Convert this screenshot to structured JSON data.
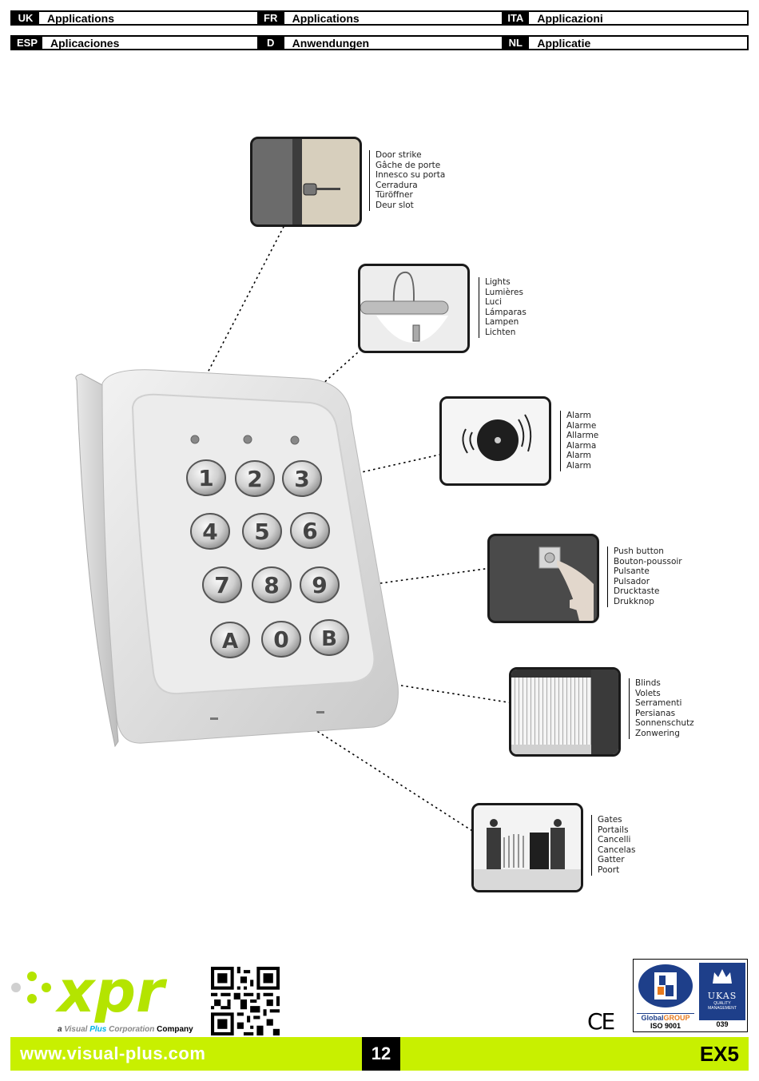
{
  "header": {
    "row1": [
      {
        "tag": "UK",
        "title": "Applications"
      },
      {
        "tag": "FR",
        "title": "Applications"
      },
      {
        "tag": "ITA",
        "title": "Applicazioni"
      }
    ],
    "row2": [
      {
        "tag": "ESP",
        "title": "Aplicaciones"
      },
      {
        "tag": "D",
        "title": "Anwendungen"
      },
      {
        "tag": "NL",
        "title": "Applicatie"
      }
    ]
  },
  "applications": {
    "door_strike": [
      "Door strike",
      "Gâche de porte",
      "Innesco su porta",
      "Cerradura",
      "Türöffner",
      "Deur slot"
    ],
    "lights": [
      "Lights",
      "Lumières",
      "Luci",
      "Lámparas",
      "Lampen",
      "Lichten"
    ],
    "alarm": [
      "Alarm",
      "Alarme",
      "Allarme",
      "Alarma",
      "Alarm",
      "Alarm"
    ],
    "push_button": [
      "Push button",
      "Bouton-poussoir",
      "Pulsante",
      "Pulsador",
      "Drucktaste",
      "Drukknop"
    ],
    "blinds": [
      "Blinds",
      "Volets",
      "Serramenti",
      "Persianas",
      "Sonnenschutz",
      "Zonwering"
    ],
    "gates": [
      "Gates",
      "Portails",
      "Cancelli",
      "Cancelas",
      "Gatter",
      "Poort"
    ]
  },
  "keypad": {
    "keys": [
      "1",
      "2",
      "3",
      "4",
      "5",
      "6",
      "7",
      "8",
      "9",
      "A",
      "0",
      "B"
    ]
  },
  "footer": {
    "logo_text": "xpr",
    "company_prefix": "a ",
    "company_visual": "Visual ",
    "company_plus": "Plus",
    "company_corp": " Corporation ",
    "company_suffix": "Company",
    "url": "www.visual-plus.com",
    "page_number": "12",
    "model": "EX5",
    "ce_mark": "CE",
    "cert_global": "Global",
    "cert_group": "GROUP",
    "cert_iso": "ISO 9001",
    "cert_ukas": "UKAS",
    "cert_qm1": "QUALITY",
    "cert_qm2": "MANAGEMENT",
    "cert_num": "039"
  },
  "colors": {
    "accent": "#c8f000",
    "xpr_green": "#b4e400",
    "plus_cyan": "#00b4e6"
  }
}
